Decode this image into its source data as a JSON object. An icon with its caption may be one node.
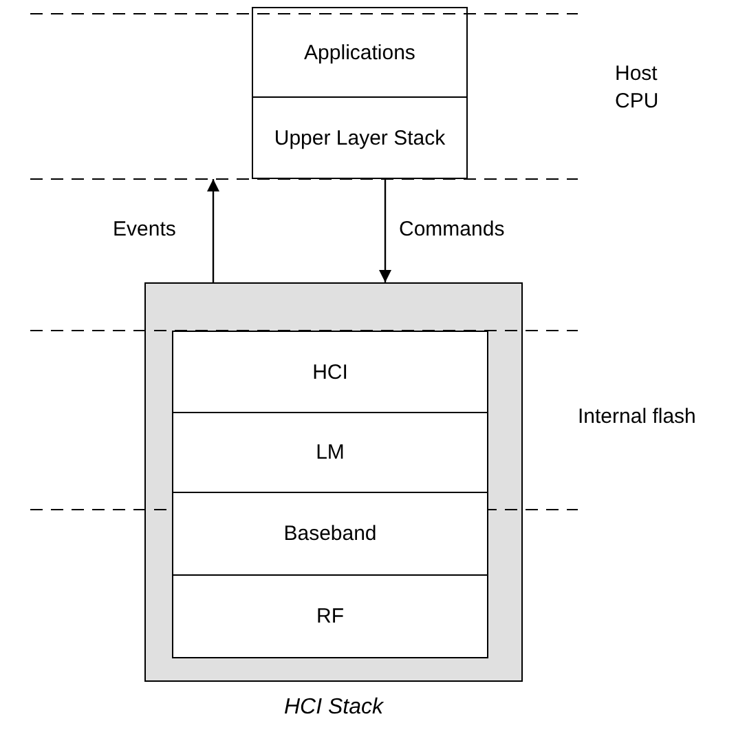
{
  "diagram": {
    "caption": "HCI Stack",
    "nodes": [
      {
        "text": [
          "Applications"
        ]
      },
      {
        "text": [
          "Upper Layer Stack"
        ]
      },
      {
        "text": [],
        "shape": "box"
      },
      {
        "text": [
          "HCI"
        ],
        "in": 2
      },
      {
        "text": [
          "LM"
        ],
        "in": 2
      },
      {
        "text": [
          "Baseband"
        ],
        "in": 2
      },
      {
        "text": [
          "RF"
        ],
        "in": 2
      }
    ],
    "edges": [
      {
        "from": 2,
        "to": 1,
        "arrow": "to",
        "label": "Events"
      },
      {
        "from": 1,
        "to": 2,
        "arrow": "to",
        "label": "Commands"
      }
    ],
    "labels": [
      "Host CPU",
      "Internal flash"
    ]
  }
}
